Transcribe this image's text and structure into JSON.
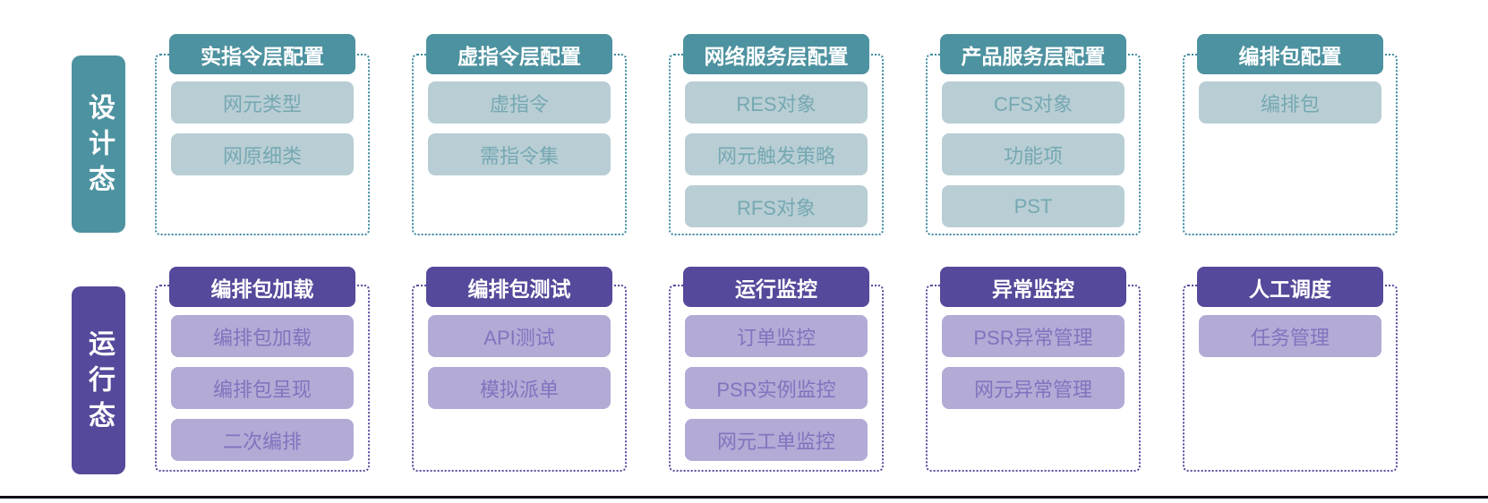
{
  "rows": [
    {
      "id": "design",
      "side_label": "设计态",
      "theme": {
        "header_bg": "#4d92a0",
        "item_bg": "#b8ced4",
        "item_text": "#76a8b2",
        "dot_color": "#3d8aa0"
      },
      "columns": [
        {
          "title": "实指令层配置",
          "items": [
            "网元类型",
            "网原细类"
          ]
        },
        {
          "title": "虚指令层配置",
          "items": [
            "虚指令",
            "需指令集"
          ]
        },
        {
          "title": "网络服务层配置",
          "items": [
            "RES对象",
            "网元触发策略",
            "RFS对象"
          ]
        },
        {
          "title": "产品服务层配置",
          "items": [
            "CFS对象",
            "功能项",
            "PST"
          ]
        },
        {
          "title": "编排包配置",
          "items": [
            "编排包"
          ]
        }
      ]
    },
    {
      "id": "runtime",
      "side_label": "运行态",
      "theme": {
        "header_bg": "#54499a",
        "item_bg": "#b4aad6",
        "item_text": "#8273be",
        "dot_color": "#5a4aa0"
      },
      "columns": [
        {
          "title": "编排包加载",
          "items": [
            "编排包加载",
            "编排包呈现",
            "二次编排"
          ]
        },
        {
          "title": "编排包测试",
          "items": [
            "API测试",
            "模拟派单"
          ]
        },
        {
          "title": "运行监控",
          "items": [
            "订单监控",
            "PSR实例监控",
            "网元工单监控"
          ]
        },
        {
          "title": "异常监控",
          "items": [
            "PSR异常管理",
            "网元异常管理"
          ]
        },
        {
          "title": "人工调度",
          "items": [
            "任务管理"
          ]
        }
      ]
    }
  ],
  "divider": {
    "color": "#0c0c16"
  }
}
